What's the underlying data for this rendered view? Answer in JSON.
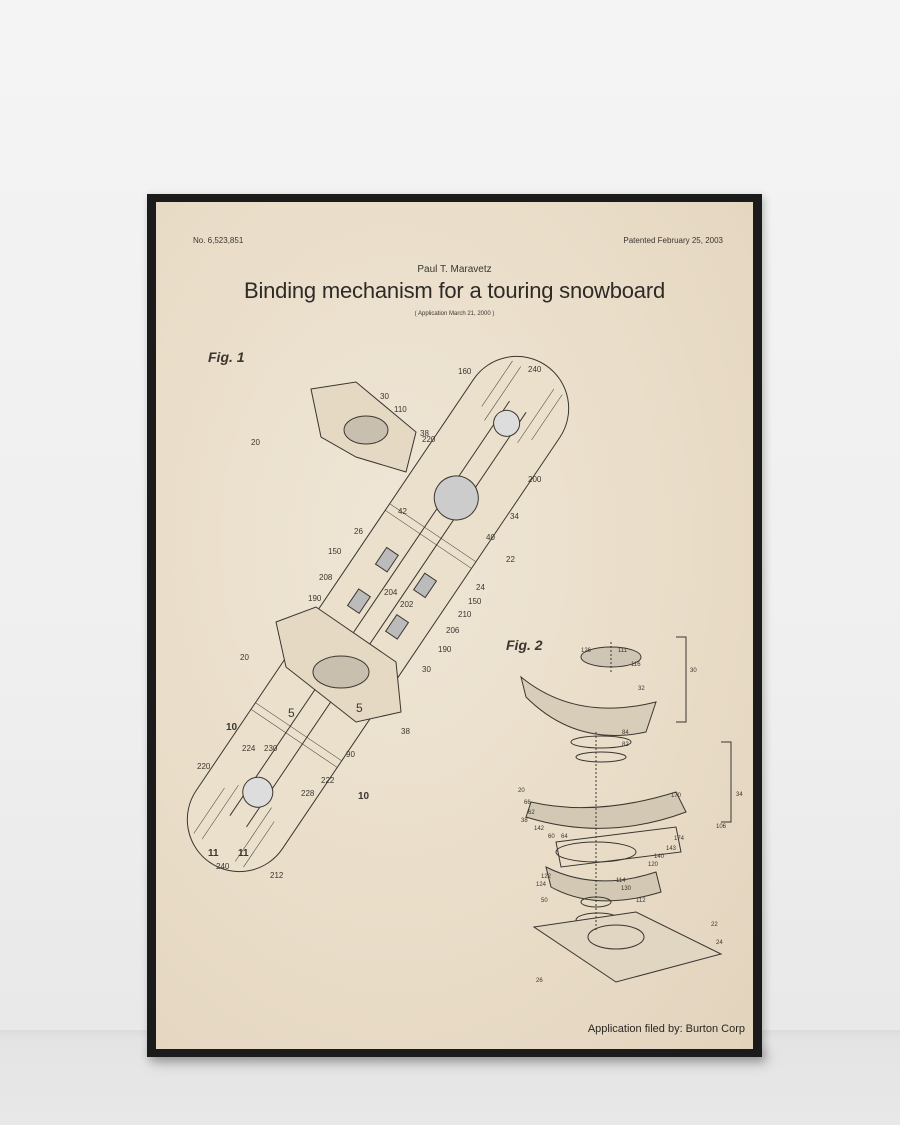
{
  "poster": {
    "patent_number": "No. 6,523,851",
    "patent_date": "Patented February 25, 2003",
    "inventor": "Paul T. Maravetz",
    "title": "Binding mechanism for a touring snowboard",
    "application_date": "( Application March 21, 2000 )",
    "filed_by": "Application filed by: Burton Corp",
    "fig1_label": "Fig. 1",
    "fig2_label": "Fig. 2",
    "fig1_refs": [
      "160",
      "240",
      "30",
      "110",
      "220",
      "38",
      "20",
      "200",
      "42",
      "34",
      "40",
      "26",
      "22",
      "150",
      "24",
      "150",
      "208",
      "204",
      "202",
      "210",
      "190",
      "206",
      "190",
      "20",
      "30",
      "5",
      "5",
      "38",
      "10",
      "90",
      "224",
      "230",
      "220",
      "222",
      "228",
      "10",
      "11",
      "11",
      "240",
      "212"
    ],
    "fig2_refs": [
      "126",
      "111",
      "116",
      "30",
      "32",
      "84",
      "82",
      "20",
      "170",
      "34",
      "66",
      "38",
      "62",
      "142",
      "60",
      "64",
      "174",
      "143",
      "140",
      "120",
      "106",
      "122",
      "124",
      "130",
      "114",
      "112",
      "50",
      "26",
      "22",
      "24"
    ]
  },
  "colors": {
    "paper": "#ece2d0",
    "ink": "#3a3630",
    "frame": "#1b1b1b",
    "wall": "#f2f2f2"
  }
}
